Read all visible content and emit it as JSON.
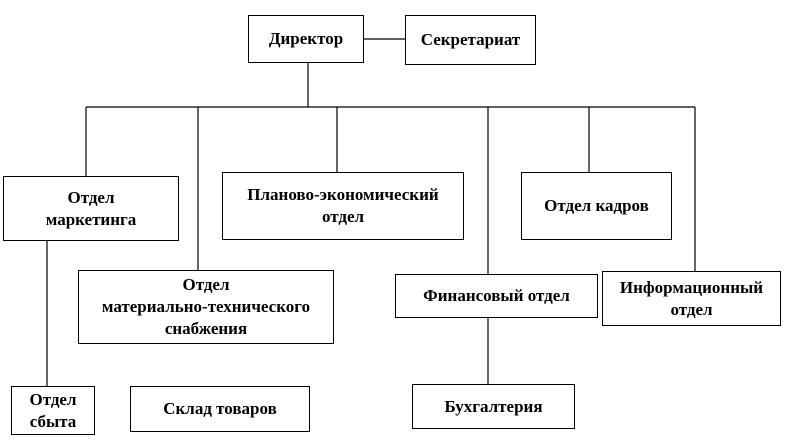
{
  "boxes": {
    "director": "Директор",
    "secretariat": "Секретариат",
    "marketing": "Отдел\nмаркетинга",
    "planning": "Планово-экономический\nотдел",
    "hr": "Отдел кадров",
    "supply": "Отдел\nматериально-технического\nснабжения",
    "finance": "Финансовый отдел",
    "it": "Информационный\nотдел",
    "sales": "Отдел\nсбыта",
    "warehouse": "Склад товаров",
    "accounting": "Бухгалтерия"
  }
}
